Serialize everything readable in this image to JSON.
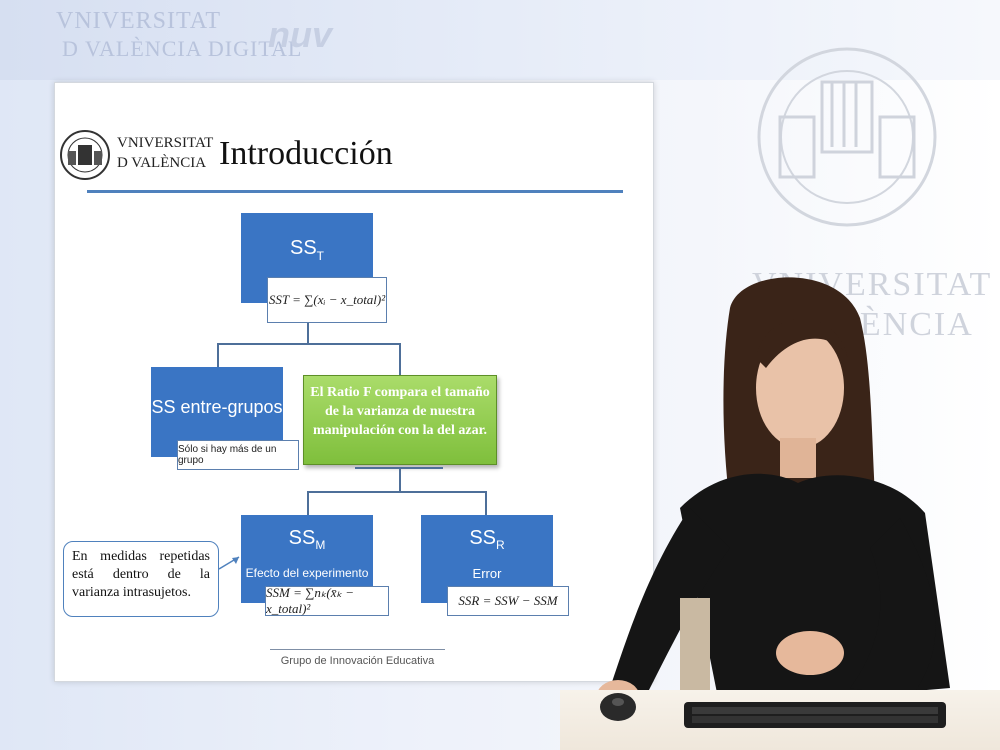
{
  "branding": {
    "line1": "VNIVERSITAT",
    "line2": "D VALÈNCIA DIGITAL",
    "digital_mark": "nuv"
  },
  "watermark": {
    "line1": "VNIVERSITAT",
    "line2": "D VALÈNCIA"
  },
  "slide": {
    "logo_line1": "VNIVERSITAT",
    "logo_line2": "D VALÈNCIA",
    "title": "Introducción",
    "sst_label": "SS",
    "sst_sub": "T",
    "sst_formula": "SST = ∑(xᵢ − x_total)²",
    "ss_entre_label": "SS entre-grupos",
    "ss_entre_note": "Sólo si hay más de un grupo",
    "green_text": "El Ratio F compara el tamaño de la varianza de nuestra manipulación con la del azar.",
    "ssm_label": "SS",
    "ssm_sub": "M",
    "ssm_caption": "Efecto del experimento",
    "ssm_formula": "SSM = ∑nₖ(x̄ₖ − x_total)²",
    "ssr_label": "SS",
    "ssr_sub": "R",
    "ssr_caption": "Error",
    "ssr_formula": "SSR = SSW − SSM",
    "callout": "En medidas repetidas está dentro de la varianza intrasujetos.",
    "footer": "Grupo de Innovación Educativa"
  },
  "colors": {
    "box_blue": "#3a75c4",
    "green": "#7fbf3c",
    "rule_blue": "#4f81bd"
  }
}
